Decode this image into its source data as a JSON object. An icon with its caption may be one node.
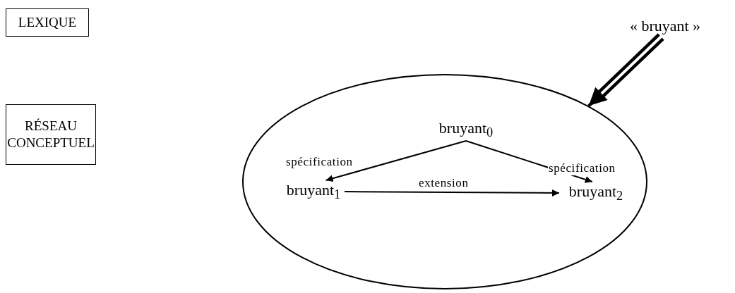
{
  "diagram": {
    "nodes": [
      {
        "text": [
          "LEXIQUE"
        ]
      },
      {
        "text": [
          "RÉSEAU CONCEPTUEL"
        ]
      },
      {
        "text": [
          "« bruyant »"
        ]
      },
      {
        "text": [],
        "shape": "ellipse"
      },
      {
        "text": [
          "bruyant$_{0}$"
        ],
        "in": 3
      },
      {
        "text": [
          "bruyant$_{1}$"
        ],
        "in": 3
      },
      {
        "text": [
          "bruyant$_{2}$"
        ],
        "in": 3
      }
    ],
    "edges": [
      {
        "from": 2,
        "to": 3,
        "arrow": "to",
        "style": "thick"
      },
      {
        "from": 4,
        "to": 5,
        "arrow": "to",
        "label": "spécification"
      },
      {
        "from": 4,
        "to": 6,
        "arrow": "to",
        "label": "spécification"
      },
      {
        "from": 5,
        "to": 6,
        "arrow": "to",
        "label": "extension"
      }
    ]
  }
}
